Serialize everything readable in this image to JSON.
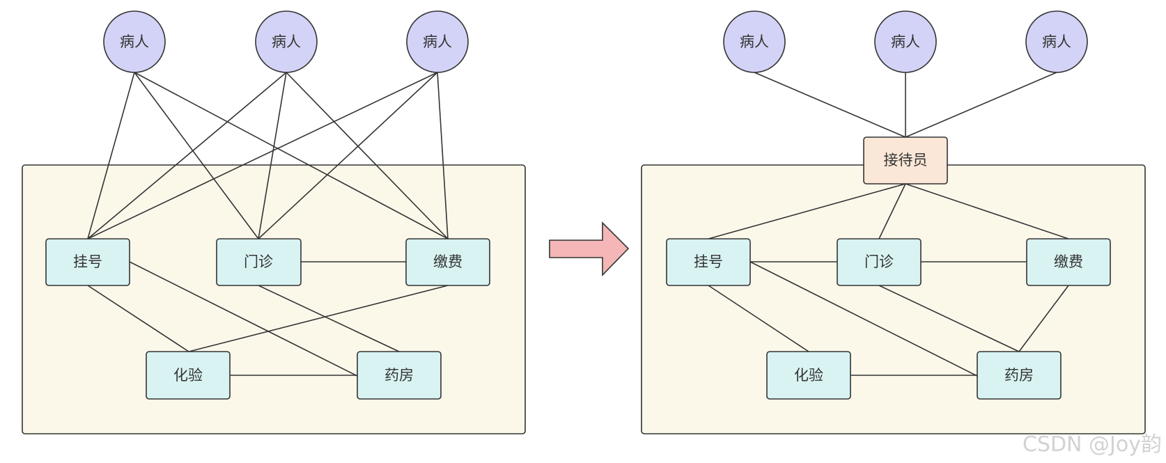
{
  "diagram": {
    "left": {
      "patients": [
        "病人",
        "病人",
        "病人"
      ],
      "services": {
        "register": "挂号",
        "clinic": "门诊",
        "payment": "缴费",
        "lab": "化验",
        "pharmacy": "药房"
      }
    },
    "right": {
      "patients": [
        "病人",
        "病人",
        "病人"
      ],
      "receptionist": "接待员",
      "services": {
        "register": "挂号",
        "clinic": "门诊",
        "payment": "缴费",
        "lab": "化验",
        "pharmacy": "药房"
      }
    },
    "watermark": "CSDN @Joy韵",
    "colors": {
      "patient_fill": "#d3d3f7",
      "service_fill": "#d9f3f3",
      "receptionist_fill": "#fae7d7",
      "container_fill": "#fbf8ea",
      "arrow_fill": "#f4b6b6",
      "line": "#333333"
    }
  }
}
